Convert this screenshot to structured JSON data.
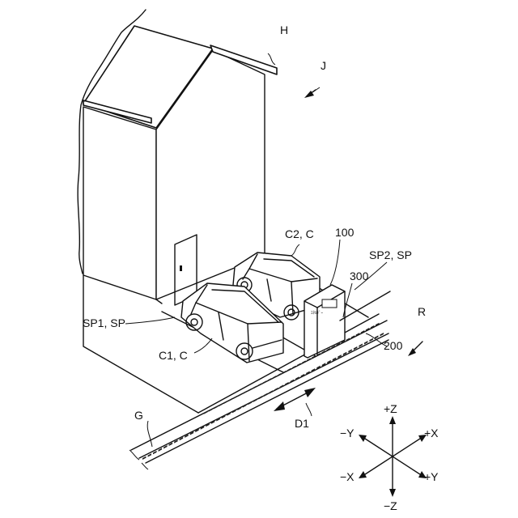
{
  "labels": {
    "house": "H",
    "site": "J",
    "vehicle_c2": "C2, C",
    "charger": "100",
    "space_sp2": "SP2, SP",
    "unit_300": "300",
    "road": "R",
    "space_sp1": "SP1, SP",
    "vehicle_c1": "C1, C",
    "unit_200": "200",
    "ground": "G",
    "direction": "D1"
  },
  "axes": {
    "plus_z": "+Z",
    "minus_z": "−Z",
    "plus_x": "+X",
    "minus_x": "−X",
    "plus_y": "+Y",
    "minus_y": "−Y"
  },
  "charger_panel_text": "ｴﾈﾙｷﾞｰ"
}
